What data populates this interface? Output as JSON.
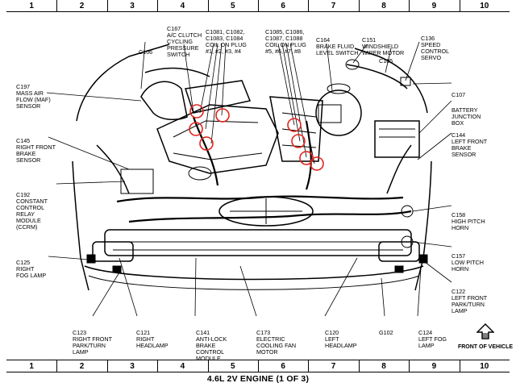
{
  "grid": {
    "columns": [
      "1",
      "2",
      "3",
      "4",
      "5",
      "6",
      "7",
      "8",
      "9",
      "10"
    ]
  },
  "title": "4.6L 2V ENGINE (1 OF 3)",
  "orientation": {
    "label": "FRONT OF VEHICLE",
    "icon": "front-arrow-icon"
  },
  "highlight_color": "#e0241d",
  "callouts": [
    {
      "id": "c197",
      "code": "C197",
      "desc": "MASS AIR\nFLOW (MAF)\nSENSOR"
    },
    {
      "id": "c145",
      "code": "C145",
      "desc": "RIGHT FRONT\nBRAKE\nSENSOR"
    },
    {
      "id": "c192",
      "code": "C192",
      "desc": "CONSTANT\nCONTROL\nRELAY\nMODULE\n(CCRM)"
    },
    {
      "id": "c125",
      "code": "C125",
      "desc": "RIGHT\nFOG LAMP"
    },
    {
      "id": "c106",
      "code": "C106",
      "desc": ""
    },
    {
      "id": "c167",
      "code": "C167",
      "desc": "A/C CLUTCH\nCYCLING\nPRESSURE\nSWITCH"
    },
    {
      "id": "c1081",
      "code": "C1081, C1082,",
      "desc": "C1083, C1084\nCOIL ON PLUG\n#1, #2, #3, #4"
    },
    {
      "id": "c1085",
      "code": "C1085, C1086,",
      "desc": "C1087, C1088\nCOIL ON PLUG\n#5, #6, #7, #8"
    },
    {
      "id": "c164",
      "code": "C164",
      "desc": "BRAKE FLUID\nLEVEL SWITCH"
    },
    {
      "id": "c151",
      "code": "C151",
      "desc": "WINDSHIELD\nWIPER MOTOR"
    },
    {
      "id": "c105",
      "code": "C105",
      "desc": ""
    },
    {
      "id": "c136",
      "code": "C136",
      "desc": "SPEED\nCONTROL\nSERVO"
    },
    {
      "id": "c107",
      "code": "C107",
      "desc": ""
    },
    {
      "id": "bjb",
      "code": "BATTERY",
      "desc": "JUNCTION\nBOX"
    },
    {
      "id": "c144",
      "code": "C144",
      "desc": "LEFT FRONT\nBRAKE\nSENSOR"
    },
    {
      "id": "c158",
      "code": "C158",
      "desc": "HIGH PITCH\nHORN"
    },
    {
      "id": "c157",
      "code": "C157",
      "desc": "LOW PITCH\nHORN"
    },
    {
      "id": "c122",
      "code": "C122",
      "desc": "LEFT FRONT\nPARK/TURN\nLAMP"
    },
    {
      "id": "c123",
      "code": "C123",
      "desc": "RIGHT FRONT\nPARK/TURN\nLAMP"
    },
    {
      "id": "c121",
      "code": "C121",
      "desc": "RIGHT\nHEADLAMP"
    },
    {
      "id": "c141",
      "code": "C141",
      "desc": "ANTI-LOCK\nBRAKE\nCONTROL\nMODULE"
    },
    {
      "id": "c173",
      "code": "C173",
      "desc": "ELECTRIC\nCOOLING FAN\nMOTOR"
    },
    {
      "id": "c120",
      "code": "C120",
      "desc": "LEFT\nHEADLAMP"
    },
    {
      "id": "g102",
      "code": "G102",
      "desc": ""
    },
    {
      "id": "c124",
      "code": "C124",
      "desc": "LEFT FOG\nLAMP"
    }
  ]
}
